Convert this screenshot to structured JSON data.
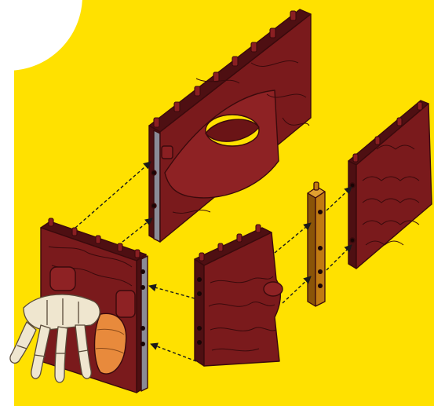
{
  "colors": {
    "background": "#ffffff",
    "panel": "#ffe100",
    "tile_face": "#7a1a1c",
    "tile_dark": "#4e0f12",
    "tile_line": "#3a0a0c",
    "peg": "#8a1f22",
    "spine": "#c07a12",
    "spine_dark": "#8a5408",
    "metal_edge": "#8a8a96",
    "bone": "#efe6cf",
    "bone_line": "#5a4b3a",
    "cushion": "#e88a3c",
    "arrow": "#1a1a1a"
  },
  "parts": [
    {
      "name": "top-frame-tile",
      "icon": "mold-frame-with-basin"
    },
    {
      "name": "left-wall-tile",
      "icon": "stone-wall-with-hand"
    },
    {
      "name": "center-wall-tile",
      "icon": "stone-wall-tile"
    },
    {
      "name": "connector-spine",
      "icon": "pegged-connector-bar"
    },
    {
      "name": "right-scale-tile",
      "icon": "scaled-wall-tile"
    }
  ],
  "assembly_arrows": [
    {
      "from": "left-wall-tile",
      "to": "top-frame-tile"
    },
    {
      "from": "left-wall-tile",
      "to": "top-frame-tile"
    },
    {
      "from": "center-wall-tile",
      "to": "left-wall-tile"
    },
    {
      "from": "center-wall-tile",
      "to": "left-wall-tile"
    },
    {
      "from": "center-wall-tile",
      "to": "connector-spine"
    },
    {
      "from": "connector-spine",
      "to": "right-scale-tile"
    },
    {
      "from": "connector-spine",
      "to": "right-scale-tile"
    }
  ]
}
